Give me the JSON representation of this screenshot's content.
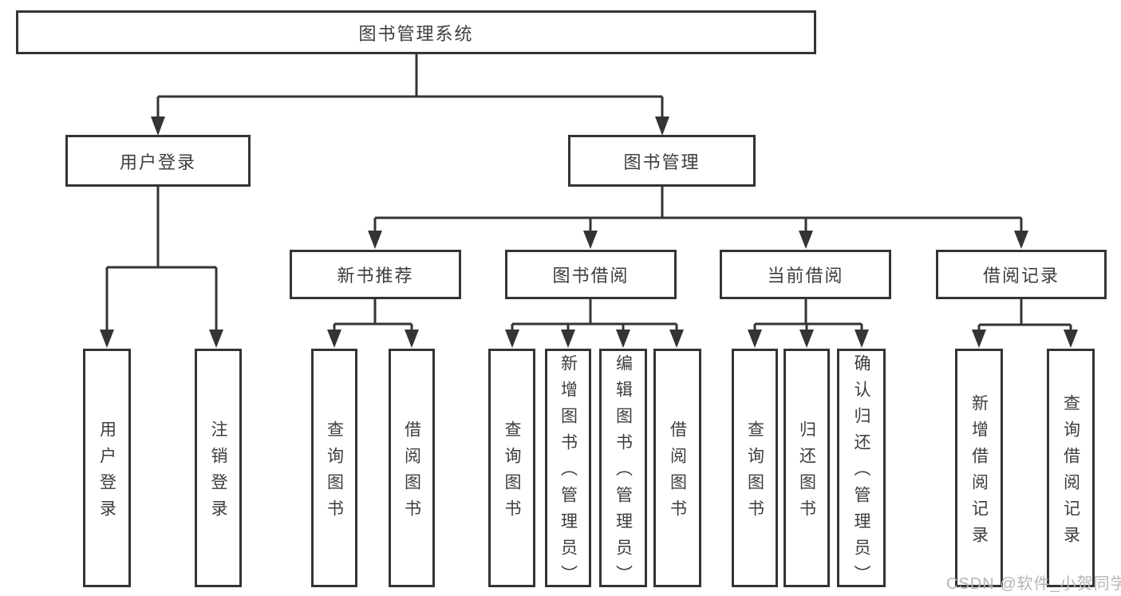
{
  "diagram": {
    "root": "图书管理系统",
    "level2": {
      "user_login": "用户登录",
      "book_management": "图书管理"
    },
    "level3": {
      "new_book_recommend": "新书推荐",
      "book_borrow": "图书借阅",
      "current_borrow": "当前借阅",
      "borrow_records": "借阅记录"
    },
    "leaves": {
      "user_login": "用户登录",
      "logout": "注销登录",
      "query_book_1": "查询图书",
      "borrow_book_1": "借阅图书",
      "query_book_2": "查询图书",
      "add_book_admin": "新增图书（管理员）",
      "edit_book_admin": "编辑图书（管理员）",
      "borrow_book_2": "借阅图书",
      "query_book_3": "查询图书",
      "return_book": "归还图书",
      "confirm_return_admin": "确认归还（管理员）",
      "add_borrow_record": "新增借阅记录",
      "query_borrow_record": "查询借阅记录"
    }
  },
  "watermark": "CSDN @软件_小贺同学",
  "colors": {
    "line": "#343434",
    "text": "#3d3d3d",
    "background": "#ffffff",
    "watermark": "#b5b5b5"
  }
}
